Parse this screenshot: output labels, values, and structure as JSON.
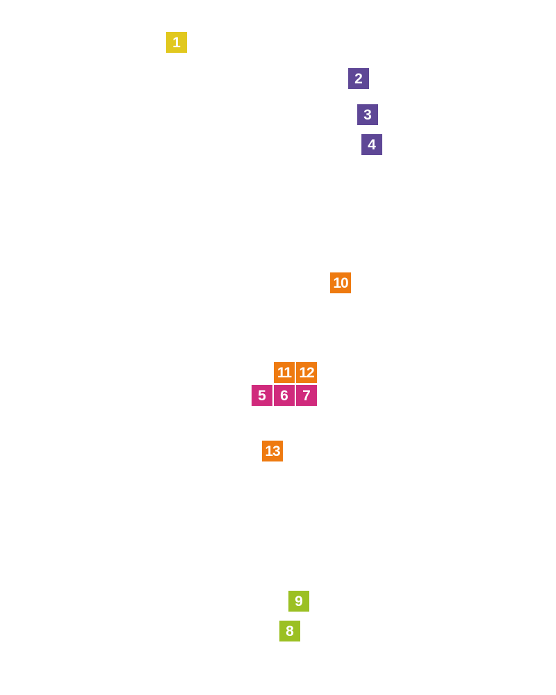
{
  "colors": {
    "yellow": "#e1c81e",
    "purple": "#5e4796",
    "magenta": "#d02a7c",
    "orange": "#ee7a10",
    "lime": "#9bc023"
  },
  "markers": [
    {
      "label": "1",
      "color": "#e1c81e"
    },
    {
      "label": "2",
      "color": "#5e4796"
    },
    {
      "label": "3",
      "color": "#5e4796"
    },
    {
      "label": "4",
      "color": "#5e4796"
    },
    {
      "label": "5",
      "color": "#d02a7c"
    },
    {
      "label": "6",
      "color": "#d02a7c"
    },
    {
      "label": "7",
      "color": "#d02a7c"
    },
    {
      "label": "8",
      "color": "#9bc023"
    },
    {
      "label": "9",
      "color": "#9bc023"
    },
    {
      "label": "10",
      "color": "#ee7a10"
    },
    {
      "label": "11",
      "color": "#ee7a10"
    },
    {
      "label": "12",
      "color": "#ee7a10"
    },
    {
      "label": "13",
      "color": "#ee7a10"
    }
  ]
}
